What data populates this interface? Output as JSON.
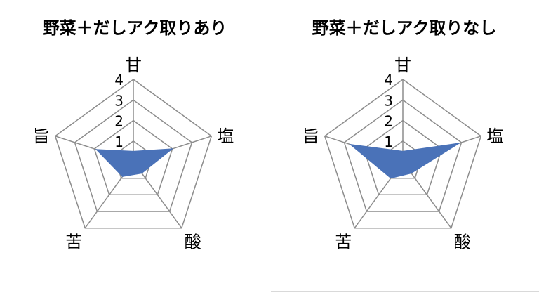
{
  "chart_data": [
    {
      "type": "radar",
      "title": "野菜＋だしアク取りあり",
      "axes": [
        "甘",
        "塩",
        "酸",
        "苦",
        "旨"
      ],
      "ticks": [
        "1",
        "2",
        "3",
        "4"
      ],
      "rlim": [
        0,
        4
      ],
      "grid": true,
      "series": [
        {
          "values": [
            0.5,
            2.0,
            0.7,
            0.9,
            1.9
          ],
          "color": "#4a72b8"
        }
      ]
    },
    {
      "type": "radar",
      "title": "野菜＋だしアク取りなし",
      "axes": [
        "甘",
        "塩",
        "酸",
        "苦",
        "旨"
      ],
      "ticks": [
        "1",
        "2",
        "3",
        "4"
      ],
      "rlim": [
        0,
        4
      ],
      "grid": true,
      "series": [
        {
          "values": [
            0.5,
            2.9,
            0.7,
            1.0,
            2.7
          ],
          "color": "#4a72b8"
        }
      ]
    }
  ]
}
